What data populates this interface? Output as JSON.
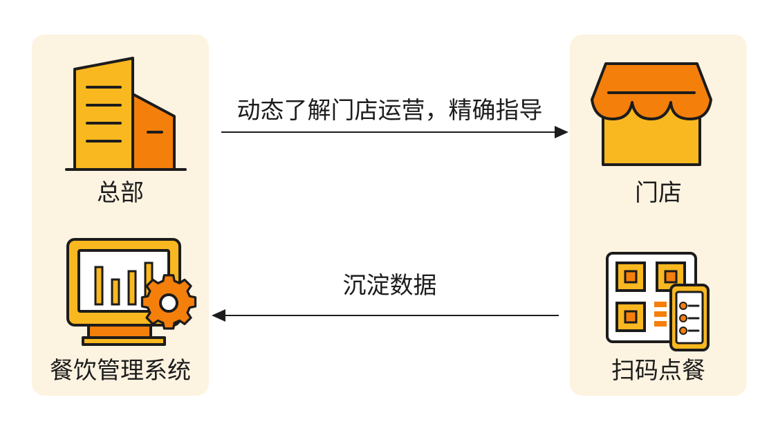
{
  "nodes": {
    "headquarters": {
      "label": "总部",
      "icon": "office-building-icon"
    },
    "store": {
      "label": "门店",
      "icon": "storefront-icon"
    },
    "catering_system": {
      "label": "餐饮管理系统",
      "icon": "monitor-chart-gear-icon"
    },
    "scan_order": {
      "label": "扫码点餐",
      "icon": "qr-code-phone-icon"
    }
  },
  "edges": [
    {
      "from": "headquarters",
      "to": "store",
      "label": "动态了解门店运营，精确指导"
    },
    {
      "from": "scan_order",
      "to": "catering_system",
      "label": "沉淀数据"
    }
  ],
  "colors": {
    "panel_bg": "#fdf3e1",
    "primary_yellow": "#f9b820",
    "accent_orange": "#f57f0b",
    "outline": "#1c1c1c"
  }
}
